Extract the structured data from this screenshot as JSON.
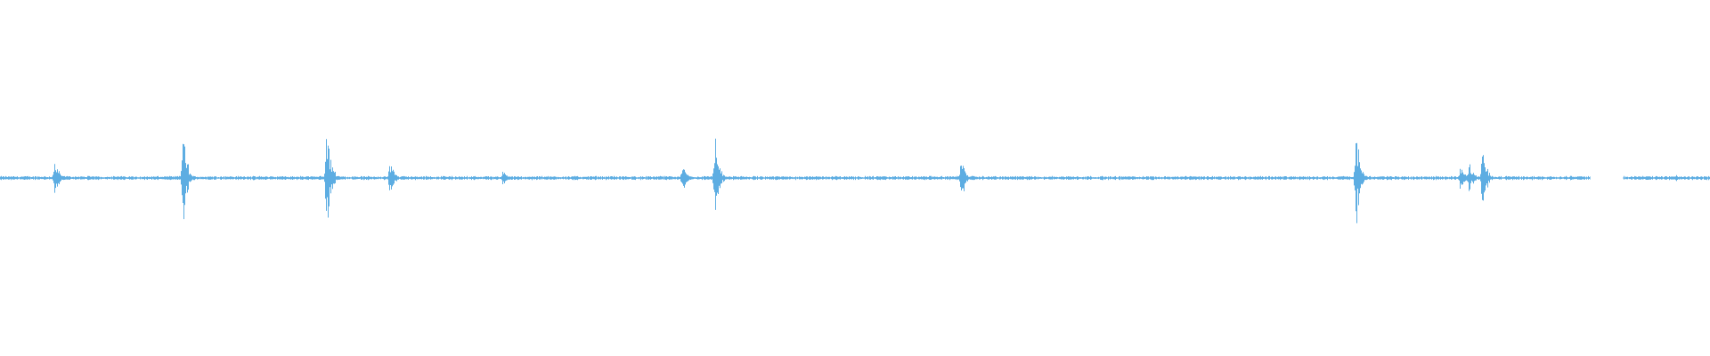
{
  "waveform": {
    "color": "#5dade2",
    "background": "#ffffff",
    "baseline_amplitude": 0.01,
    "peaks": [
      {
        "t": 0.032,
        "amp": 0.13
      },
      {
        "t": 0.107,
        "amp": 0.33
      },
      {
        "t": 0.191,
        "amp": 0.4
      },
      {
        "t": 0.228,
        "amp": 0.13
      },
      {
        "t": 0.294,
        "amp": 0.05
      },
      {
        "t": 0.399,
        "amp": 0.09
      },
      {
        "t": 0.418,
        "amp": 0.26
      },
      {
        "t": 0.562,
        "amp": 0.16
      },
      {
        "t": 0.793,
        "amp": 0.32
      },
      {
        "t": 0.854,
        "amp": 0.08
      },
      {
        "t": 0.859,
        "amp": 0.11
      },
      {
        "t": 0.867,
        "amp": 0.22
      },
      {
        "t": 0.918,
        "amp": 0.02
      },
      {
        "t": 0.98,
        "amp": 0.02
      }
    ],
    "silent_ranges": [
      [
        0.93,
        0.949
      ]
    ]
  }
}
